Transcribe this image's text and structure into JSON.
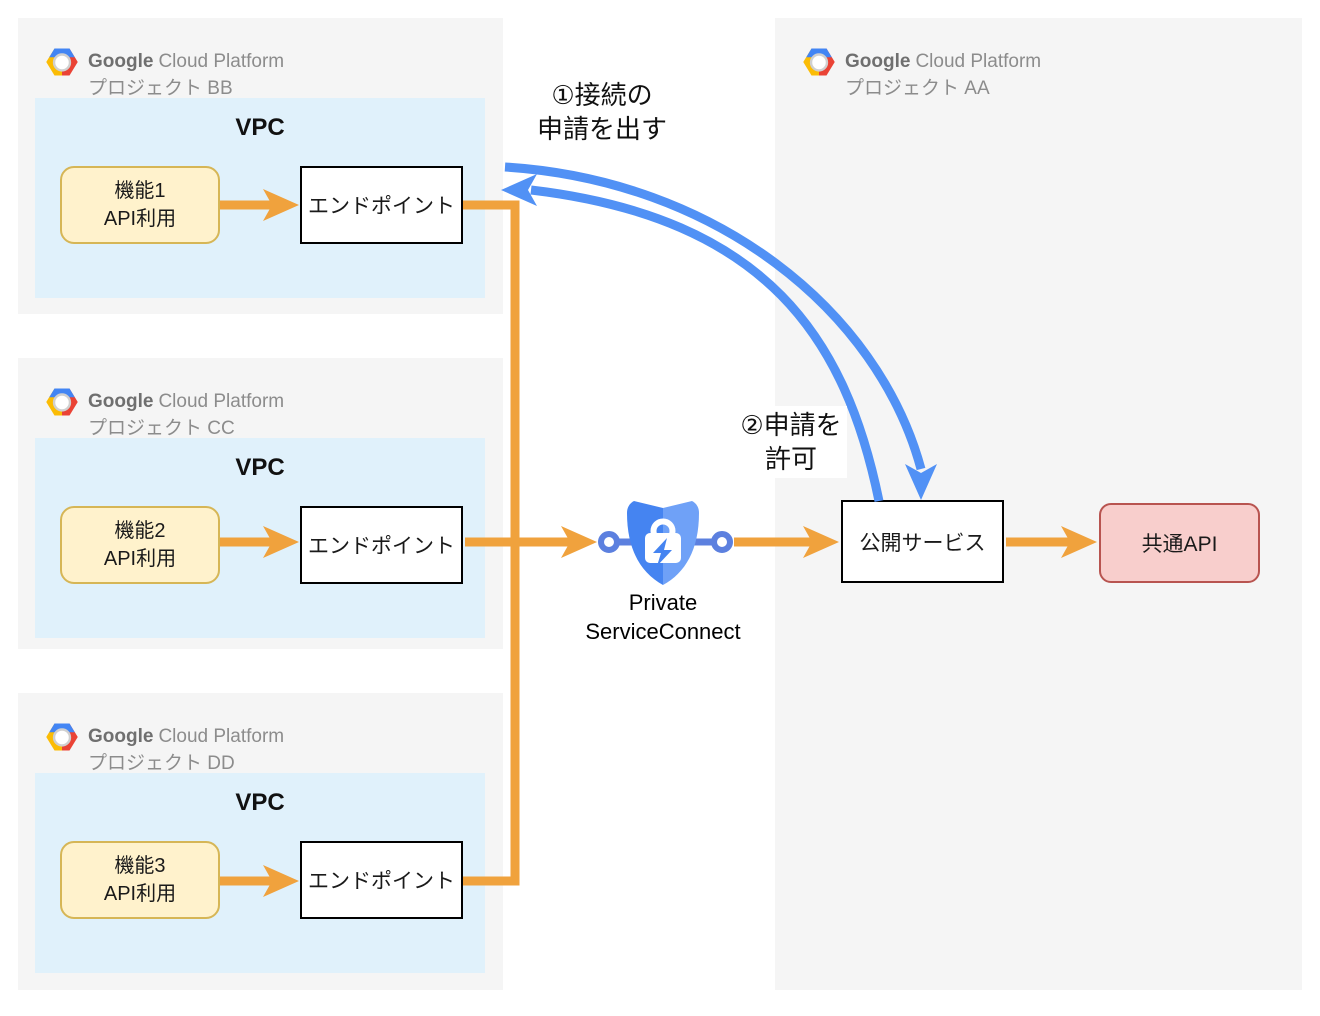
{
  "colors": {
    "orange_arrow": "#F0A23D",
    "blue_arrow": "#5191F5",
    "project_fill": "#F5F5F5",
    "vpc_fill": "#E0F1FB",
    "function_fill": "#FFF2CC",
    "function_border": "#D6B656",
    "api_fill": "#F8CECC",
    "api_border": "#B85450",
    "shield_blue_dark": "#4584F1",
    "shield_blue_light": "#6FA1F7"
  },
  "projects": [
    {
      "brand_bold": "Google",
      "brand_rest": "Cloud Platform",
      "subtitle": "プロジェクト BB",
      "vpc_label": "VPC",
      "function_line1": "機能1",
      "function_line2": "API利用",
      "endpoint_label": "エンドポイント"
    },
    {
      "brand_bold": "Google",
      "brand_rest": "Cloud Platform",
      "subtitle": "プロジェクト CC",
      "vpc_label": "VPC",
      "function_line1": "機能2",
      "function_line2": "API利用",
      "endpoint_label": "エンドポイント"
    },
    {
      "brand_bold": "Google",
      "brand_rest": "Cloud Platform",
      "subtitle": "プロジェクト DD",
      "vpc_label": "VPC",
      "function_line1": "機能3",
      "function_line2": "API利用",
      "endpoint_label": "エンドポイント"
    }
  ],
  "provider_project": {
    "brand_bold": "Google",
    "brand_rest": "Cloud Platform",
    "subtitle": "プロジェクト AA",
    "service_label": "公開サービス",
    "api_label": "共通API"
  },
  "psc": {
    "label_line1": "Private",
    "label_line2": "ServiceConnect"
  },
  "annotations": {
    "step1_line1": "①接続の",
    "step1_line2": "申請を出す",
    "step2_line1": "②申請を",
    "step2_line2": "許可"
  }
}
